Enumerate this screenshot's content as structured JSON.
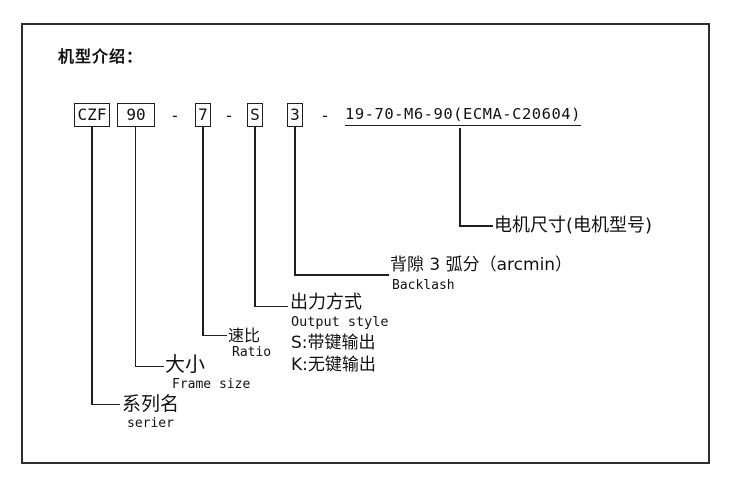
{
  "page": {
    "title": "机型介绍："
  },
  "model_code": {
    "series": "CZF",
    "frame": "90",
    "ratio": "7",
    "output": "S",
    "backlash": "3",
    "separator": "-",
    "motor": "19-70-M6-90(ECMA-C20604)"
  },
  "labels": {
    "series": {
      "zh": "系列名",
      "en": "serier"
    },
    "frame": {
      "zh": "大小",
      "en": "Frame size"
    },
    "ratio": {
      "zh": "速比",
      "en": "Ratio"
    },
    "output": {
      "zh": "出力方式",
      "en": "Output style",
      "option_s": "S:带键输出",
      "option_k": "K:无键输出"
    },
    "backlash": {
      "zh": "背隙 3 弧分（arcmin）",
      "en": "Backlash"
    },
    "motor": {
      "zh": "电机尺寸(电机型号)"
    }
  },
  "colors": {
    "line": "#1f1f1f",
    "text": "#111111",
    "border": "#2e2e2e",
    "background": "#ffffff"
  }
}
